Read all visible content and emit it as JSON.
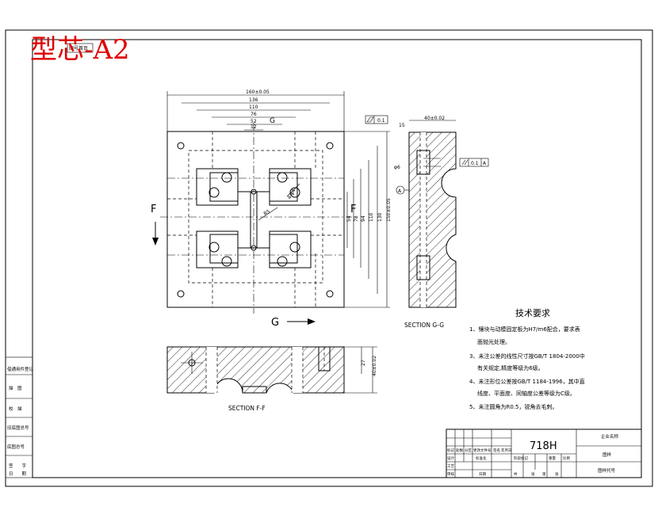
{
  "title_stamp": {
    "text": "型芯-A2",
    "color": "#e00000",
    "corner_label": "图号首页"
  },
  "views": {
    "top_width_dims": [
      "160±0.05",
      "136",
      "110",
      "76",
      "52",
      "12"
    ],
    "right_height_dims": [
      "150±0.05",
      "130",
      "110",
      "94",
      "78",
      "54"
    ],
    "diag_labels": [
      "R5",
      "4-φ4"
    ],
    "section_f_label_left": "F",
    "section_f_label_right": "F",
    "section_g_label": "G",
    "section_gg_caption": "SECTION G-G",
    "section_ff_caption": "SECTION F-F",
    "section_ff_dims": [
      "27",
      "40±0.02"
    ],
    "section_gg_dims": [
      "15",
      "40±0.02",
      "φ6"
    ],
    "datum_label": "A",
    "flatness_tol": "0.1",
    "parallel_tol": "0.1",
    "parallel_datum": "A"
  },
  "tech_requirements": {
    "title": "技术要求",
    "items": [
      "1、镶块与动模固定板为H7/m6配合，要求表",
      "面抛光处理。",
      "3、未注公差的线性尺寸按GB/T 1804-2000中",
      "有关规定,精度等级为6级。",
      "4、未注形位公差按GB/T 1184-1996，其中直",
      "线度、平面度、同轴度公差等级为C级。",
      "5、未注圆角为R0.5，锐角去毛刺。"
    ]
  },
  "left_strip": [
    "借通用件登记",
    "旧底图总号",
    "底图总号",
    "签　　字",
    "日　　期"
  ],
  "left_strip_short": [
    "描　图",
    "校　描"
  ],
  "title_block": {
    "material": "718H",
    "unit_name": "企业名称",
    "drawing_name": "图样",
    "drawing_code": "图样代号",
    "row_labels": [
      "标记",
      "处数",
      "分区",
      "更改文件号",
      "签名",
      "年月日"
    ],
    "row2_labels": [
      "设计",
      "标准化",
      "阶段标记",
      "重量",
      "比例"
    ],
    "row3_labels": [
      "审核",
      "工艺",
      "日期",
      "共",
      "张",
      "第",
      "张"
    ]
  }
}
